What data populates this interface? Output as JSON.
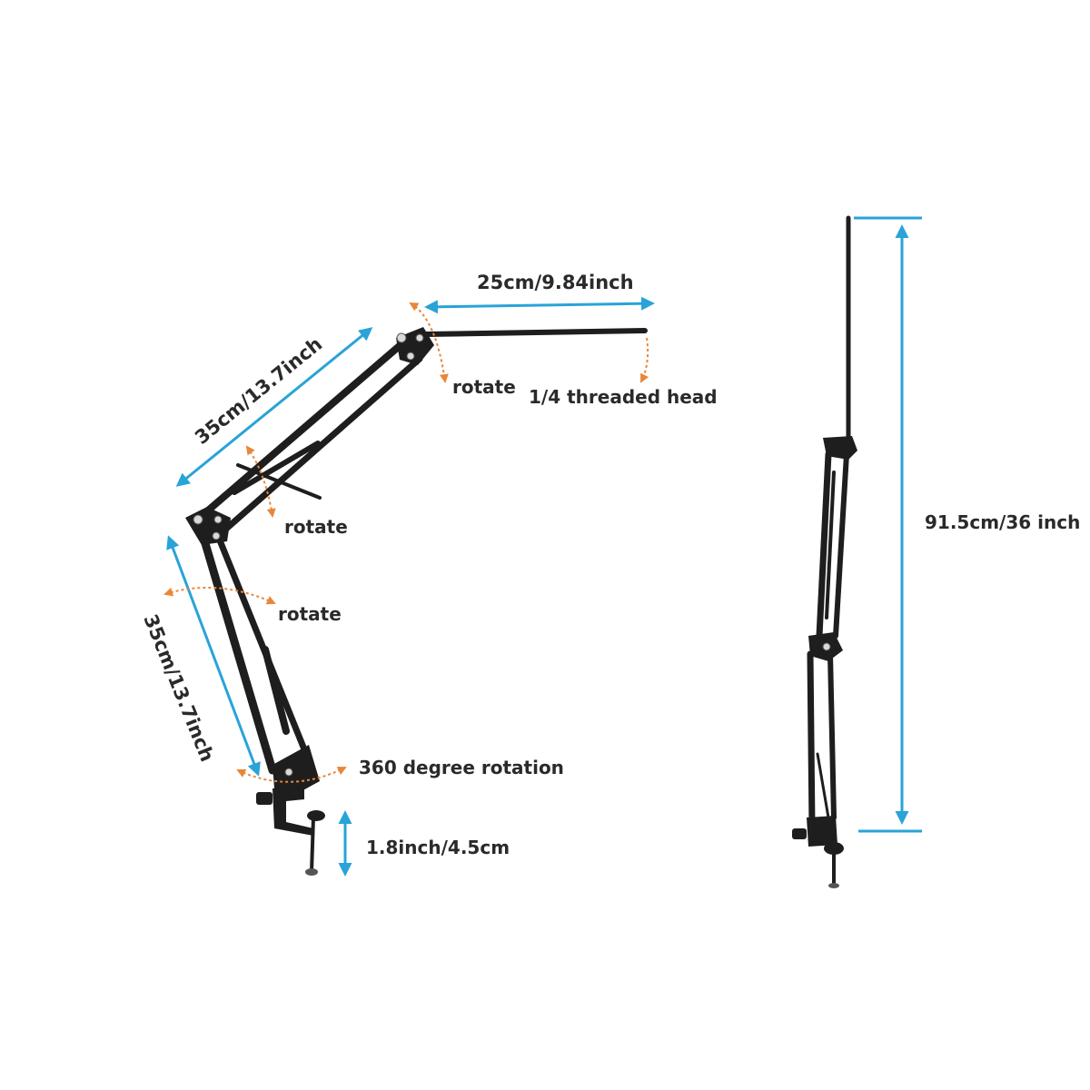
{
  "labels": {
    "upper_arm_top": "25cm/9.84inch",
    "upper_arm_diag": "35cm/13.7inch",
    "lower_arm_diag": "35cm/13.7inch",
    "rotate_top": "rotate",
    "rotate_mid": "rotate",
    "rotate_low": "rotate",
    "threaded_head": "1/4 threaded head",
    "base_rotation": "360 degree rotation",
    "clamp_opening": "1.8inch/4.5cm",
    "total_height": "91.5cm/36 inch"
  },
  "colors": {
    "dimension": "#29a3d8",
    "rotation": "#e8873a",
    "arm": "#1e1e1e",
    "text": "#2a2a2a"
  }
}
